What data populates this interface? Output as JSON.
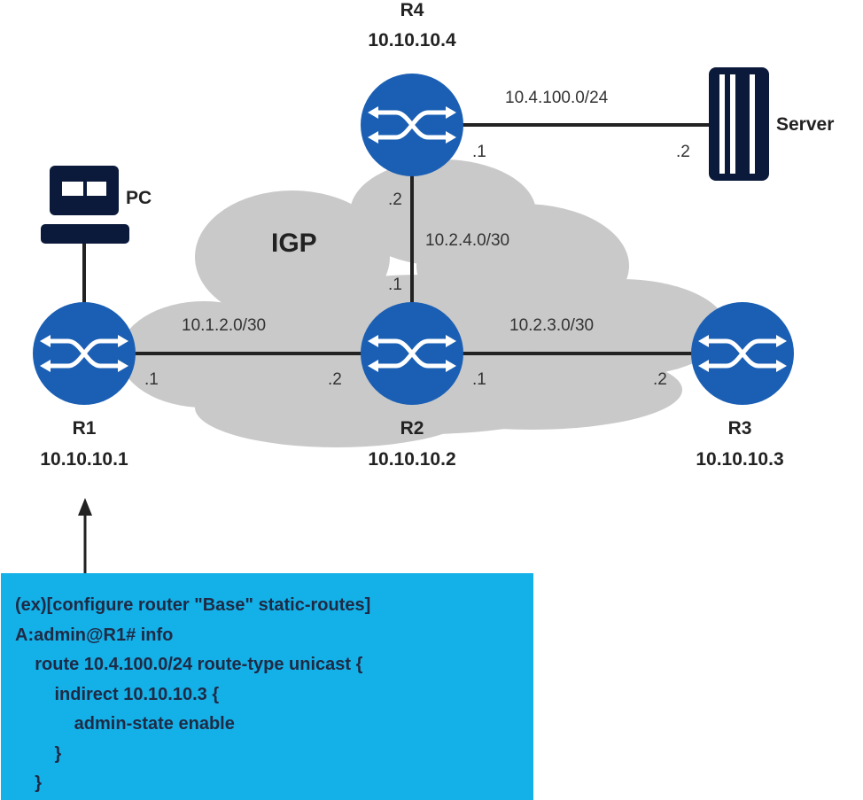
{
  "cloud_label": "IGP",
  "routers": [
    {
      "name": "R1",
      "ip": "10.10.10.1"
    },
    {
      "name": "R2",
      "ip": "10.10.10.2"
    },
    {
      "name": "R3",
      "ip": "10.10.10.3"
    },
    {
      "name": "R4",
      "ip": "10.10.10.4"
    }
  ],
  "devices": {
    "pc": "PC",
    "server": "Server"
  },
  "links": [
    {
      "subnet": "10.1.2.0/30",
      "a_suffix": ".1",
      "b_suffix": ".2"
    },
    {
      "subnet": "10.2.3.0/30",
      "a_suffix": ".1",
      "b_suffix": ".2"
    },
    {
      "subnet": "10.2.4.0/30",
      "a_suffix": ".1",
      "b_suffix": ".2"
    },
    {
      "subnet": "10.4.100.0/24",
      "a_suffix": ".1",
      "b_suffix": ".2"
    }
  ],
  "cli": [
    "(ex)[configure router \"Base\" static-routes]",
    "A:admin@R1# info",
    "    route 10.4.100.0/24 route-type unicast {",
    "        indirect 10.10.10.3 {",
    "            admin-state enable",
    "        }",
    "    }"
  ],
  "colors": {
    "router": "#1a5fb4",
    "cloud": "#c8c8c8",
    "cli_bg": "#14b0e8",
    "link": "#222222"
  }
}
